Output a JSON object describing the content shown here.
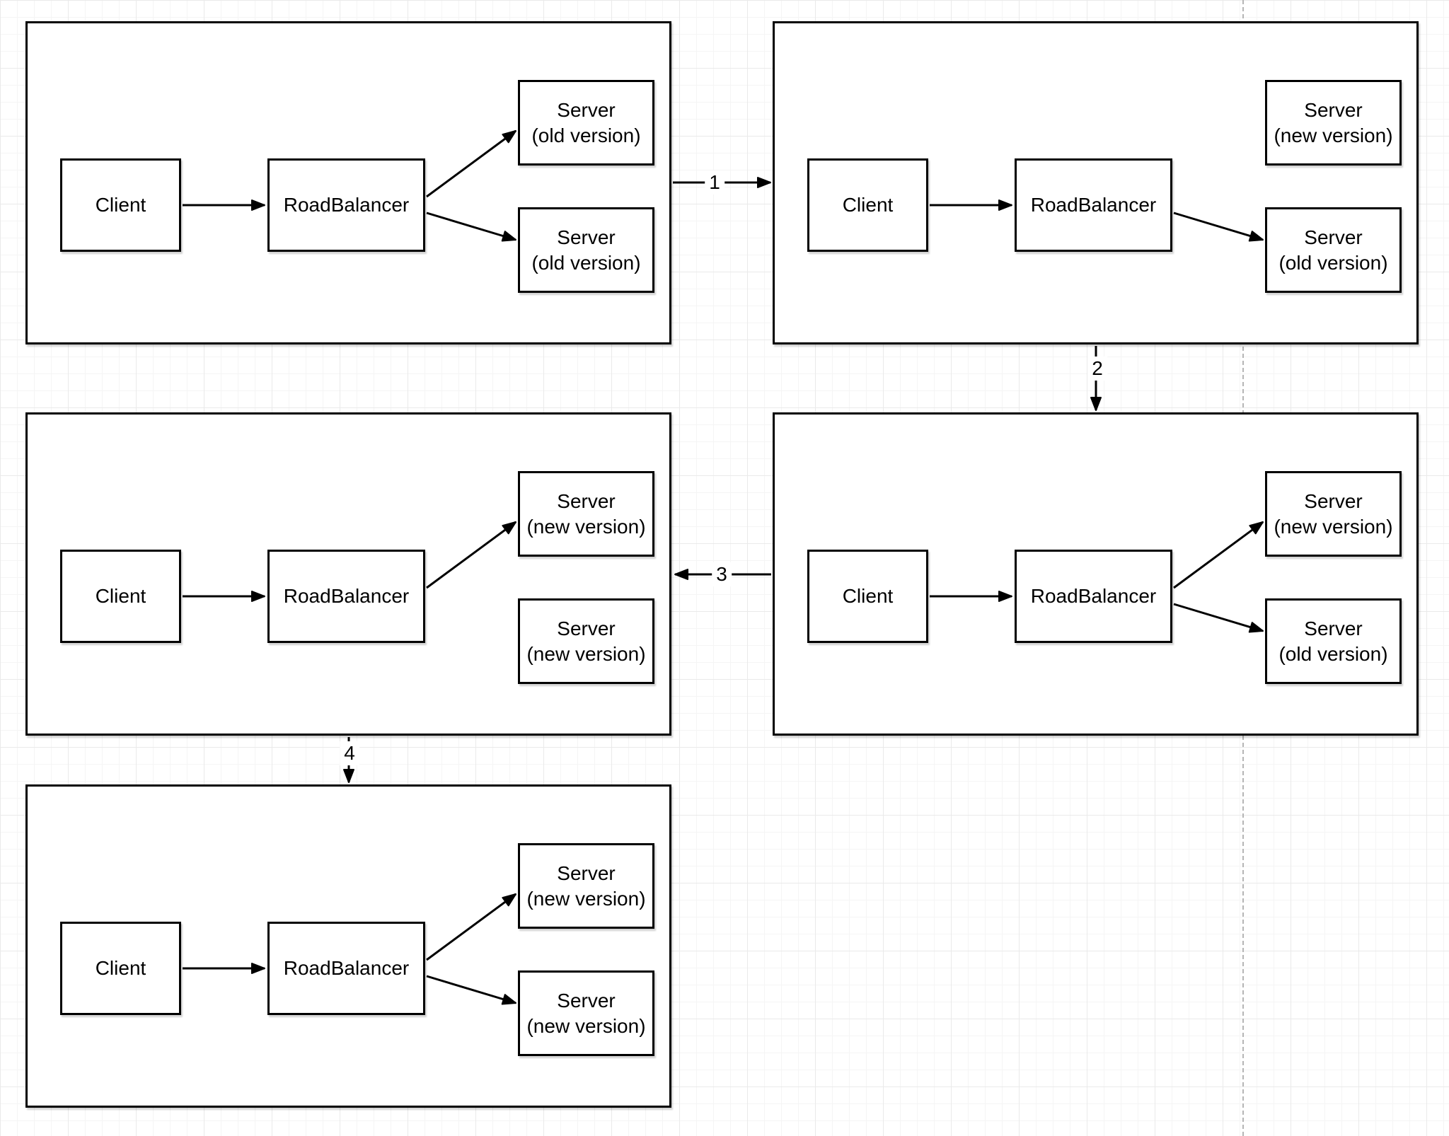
{
  "diagram": {
    "type": "flow-diagram",
    "connector_labels": [
      "1",
      "2",
      "3",
      "4"
    ],
    "panels": [
      {
        "client": "Client",
        "balancer": "RoadBalancer",
        "server_top": {
          "line1": "Server",
          "line2": "(old version)"
        },
        "server_bottom": {
          "line1": "Server",
          "line2": "(old version)"
        }
      },
      {
        "client": "Client",
        "balancer": "RoadBalancer",
        "server_top": {
          "line1": "Server",
          "line2": "(new version)"
        },
        "server_bottom": {
          "line1": "Server",
          "line2": "(old version)"
        }
      },
      {
        "client": "Client",
        "balancer": "RoadBalancer",
        "server_top": {
          "line1": "Server",
          "line2": "(new version)"
        },
        "server_bottom": {
          "line1": "Server",
          "line2": "(new version)"
        }
      },
      {
        "client": "Client",
        "balancer": "RoadBalancer",
        "server_top": {
          "line1": "Server",
          "line2": "(new version)"
        },
        "server_bottom": {
          "line1": "Server",
          "line2": "(old version)"
        }
      },
      {
        "client": "Client",
        "balancer": "RoadBalancer",
        "server_top": {
          "line1": "Server",
          "line2": "(new version)"
        },
        "server_bottom": {
          "line1": "Server",
          "line2": "(new version)"
        }
      }
    ],
    "colors": {
      "stroke": "#000000",
      "node_fill": "#ffffff",
      "grid_minor": "#f5f5f5",
      "grid_major": "#eaeaea",
      "page_divider": "#b5b5b5"
    }
  }
}
